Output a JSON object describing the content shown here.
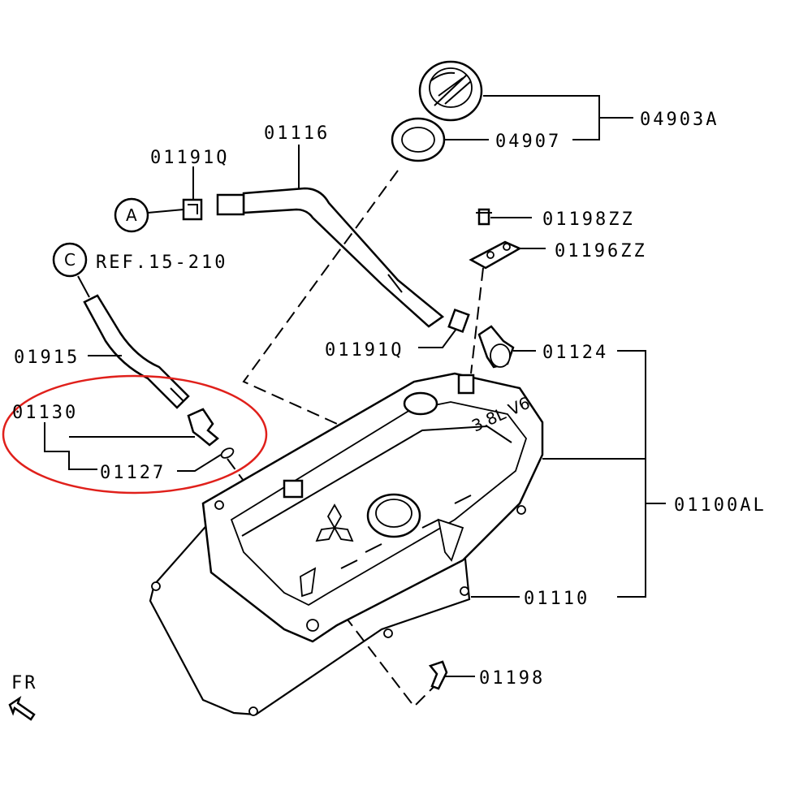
{
  "labels": {
    "p04903a": "04903A",
    "p04907": "04907",
    "p01116": "01116",
    "p01191q_top": "01191Q",
    "p01198zz": "01198ZZ",
    "p01196zz": "01196ZZ",
    "ref": "REF.15-210",
    "p01191q_mid": "01191Q",
    "p01124": "01124",
    "p01915": "01915",
    "p01130": "01130",
    "p01127": "01127",
    "p01100al": "01100AL",
    "p01110": "01110",
    "p01198": "01198",
    "fr": "FR",
    "cover_text": "3.8L V6"
  },
  "callouts": {
    "a": "A",
    "c": "C"
  },
  "colors": {
    "ink": "#000000",
    "highlight": "#e0201b",
    "background": "#ffffff"
  }
}
